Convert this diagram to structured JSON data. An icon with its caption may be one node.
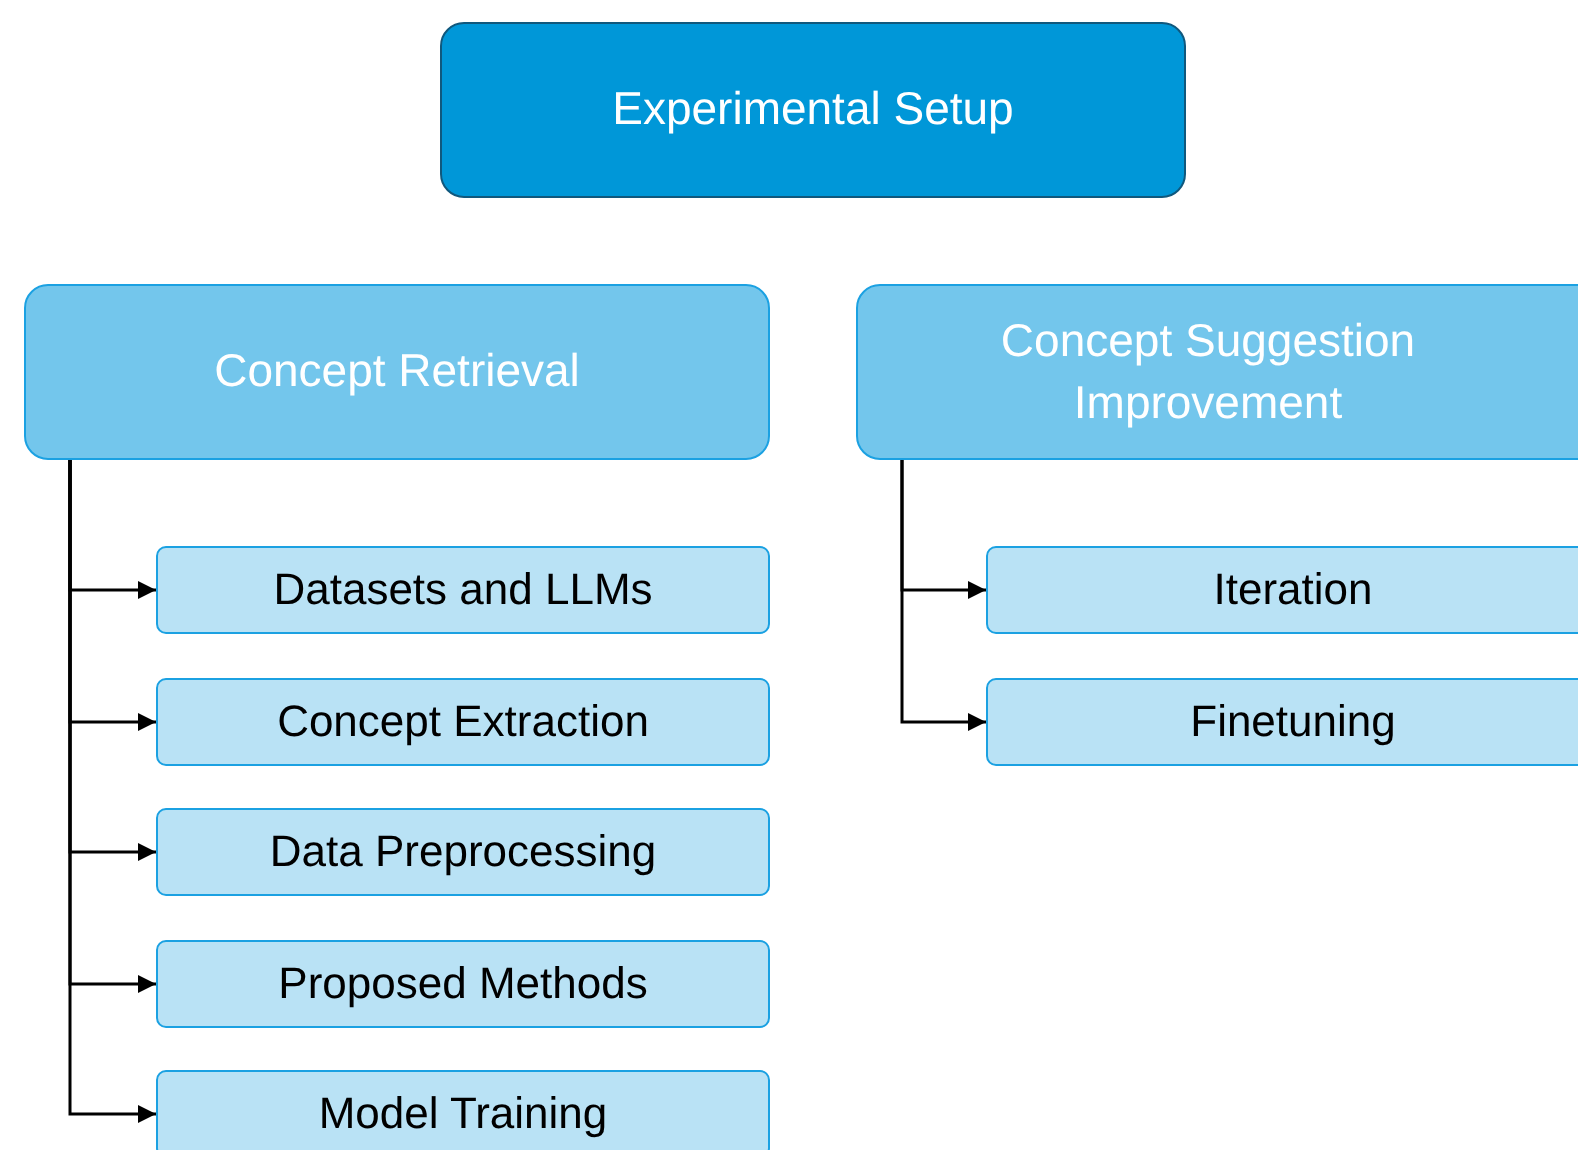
{
  "diagram": {
    "nodes": [
      {
        "text": [
          "Experimental Setup"
        ]
      },
      {
        "text": [
          "Concept Retrieval"
        ]
      },
      {
        "text": [
          "Concept Suggestion Improvement"
        ]
      },
      {
        "text": [
          "Datasets and LLMs"
        ]
      },
      {
        "text": [
          "Concept Extraction"
        ]
      },
      {
        "text": [
          "Data Preprocessing"
        ]
      },
      {
        "text": [
          "Proposed Methods"
        ]
      },
      {
        "text": [
          "Model Training"
        ]
      },
      {
        "text": [
          "Iteration"
        ]
      },
      {
        "text": [
          "Finetuning"
        ]
      }
    ],
    "edges": [
      {
        "from": 1,
        "to": 3,
        "arrow": "to"
      },
      {
        "from": 1,
        "to": 4,
        "arrow": "to"
      },
      {
        "from": 1,
        "to": 5,
        "arrow": "to"
      },
      {
        "from": 1,
        "to": 6,
        "arrow": "to"
      },
      {
        "from": 1,
        "to": 7,
        "arrow": "to"
      },
      {
        "from": 2,
        "to": 8,
        "arrow": "to"
      },
      {
        "from": 2,
        "to": 9,
        "arrow": "to"
      }
    ]
  }
}
